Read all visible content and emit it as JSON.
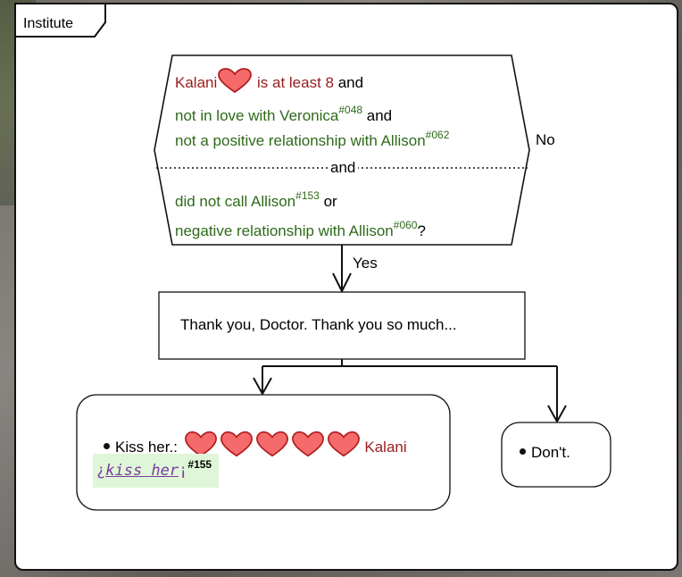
{
  "frame": {
    "label": "Institute"
  },
  "decision": {
    "lines": [
      {
        "parts": [
          {
            "text": "Kalani",
            "color": "red"
          },
          {
            "icon": "heart-icon"
          },
          {
            "text": " is at least 8",
            "color": "red"
          },
          {
            "text": " and",
            "color": "black"
          }
        ]
      },
      {
        "parts": [
          {
            "text": "not in love with Veronica",
            "color": "green"
          },
          {
            "sup": "#048",
            "color": "green"
          },
          {
            "text": " and",
            "color": "black"
          }
        ]
      },
      {
        "parts": [
          {
            "text": "not a positive relationship with Allison",
            "color": "green"
          },
          {
            "sup": "#062",
            "color": "green"
          }
        ]
      },
      {
        "parts": [
          {
            "text": "did not call Allison",
            "color": "green"
          },
          {
            "sup": "#153",
            "color": "green"
          },
          {
            "text": " or",
            "color": "black"
          }
        ]
      },
      {
        "parts": [
          {
            "text": "negative relationship with Allison",
            "color": "green"
          },
          {
            "sup": "#060",
            "color": "green"
          },
          {
            "text": "?",
            "color": "black"
          }
        ]
      }
    ],
    "separator_label": "and",
    "no_label": "No",
    "yes_label": "Yes"
  },
  "step": {
    "text": "Thank you, Doctor. Thank you so much..."
  },
  "choices": [
    {
      "label": "Kiss her.:",
      "hearts": 5,
      "character": "Kalani",
      "action": "kiss her",
      "action_ref": "#155"
    },
    {
      "label": "Don't."
    }
  ],
  "colors": {
    "red": "#9a1c1c",
    "green": "#2d6a1a",
    "heart_fill": "#f56a6a",
    "heart_stroke": "#b01f1f",
    "link_bg": "#dff6d8"
  }
}
